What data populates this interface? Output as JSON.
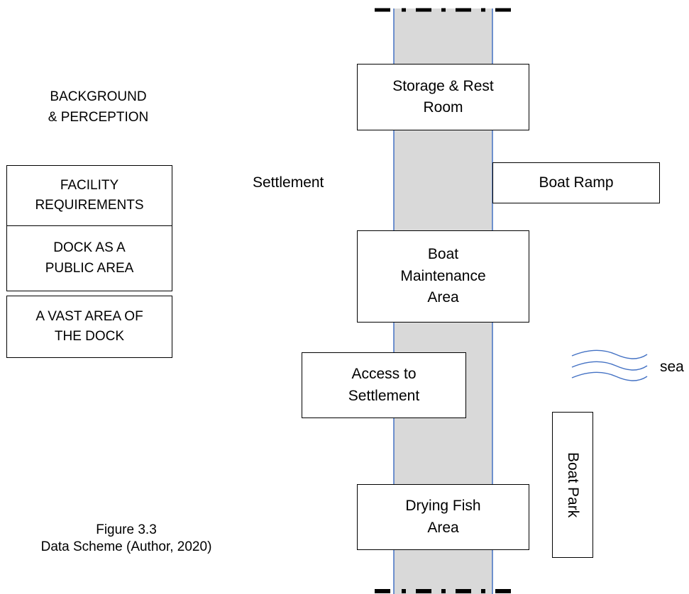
{
  "left_panel": {
    "heading": "BACKGROUND\n& PERCEPTION",
    "boxes": [
      {
        "text": "FACILITY\nREQUIREMENTS"
      },
      {
        "text": "DOCK AS A\nPUBLIC AREA"
      },
      {
        "text": "A VAST AREA OF\nTHE DOCK"
      }
    ]
  },
  "caption": {
    "line1": "Figure 3.3",
    "line2": "Data Scheme (Author, 2020)"
  },
  "site": {
    "storage": "Storage & Rest\nRoom",
    "settlement_label": "Settlement",
    "boat_ramp": "Boat Ramp",
    "boat_maintenance": "Boat\nMaintenance\nArea",
    "access": "Access to\nSettlement",
    "sea_label": "sea",
    "drying": "Drying Fish\nArea",
    "boat_park": "Boat Park"
  },
  "colors": {
    "corridor_fill": "#d9d9d9",
    "corridor_edge": "#4472c4",
    "wave": "#4472c4"
  }
}
